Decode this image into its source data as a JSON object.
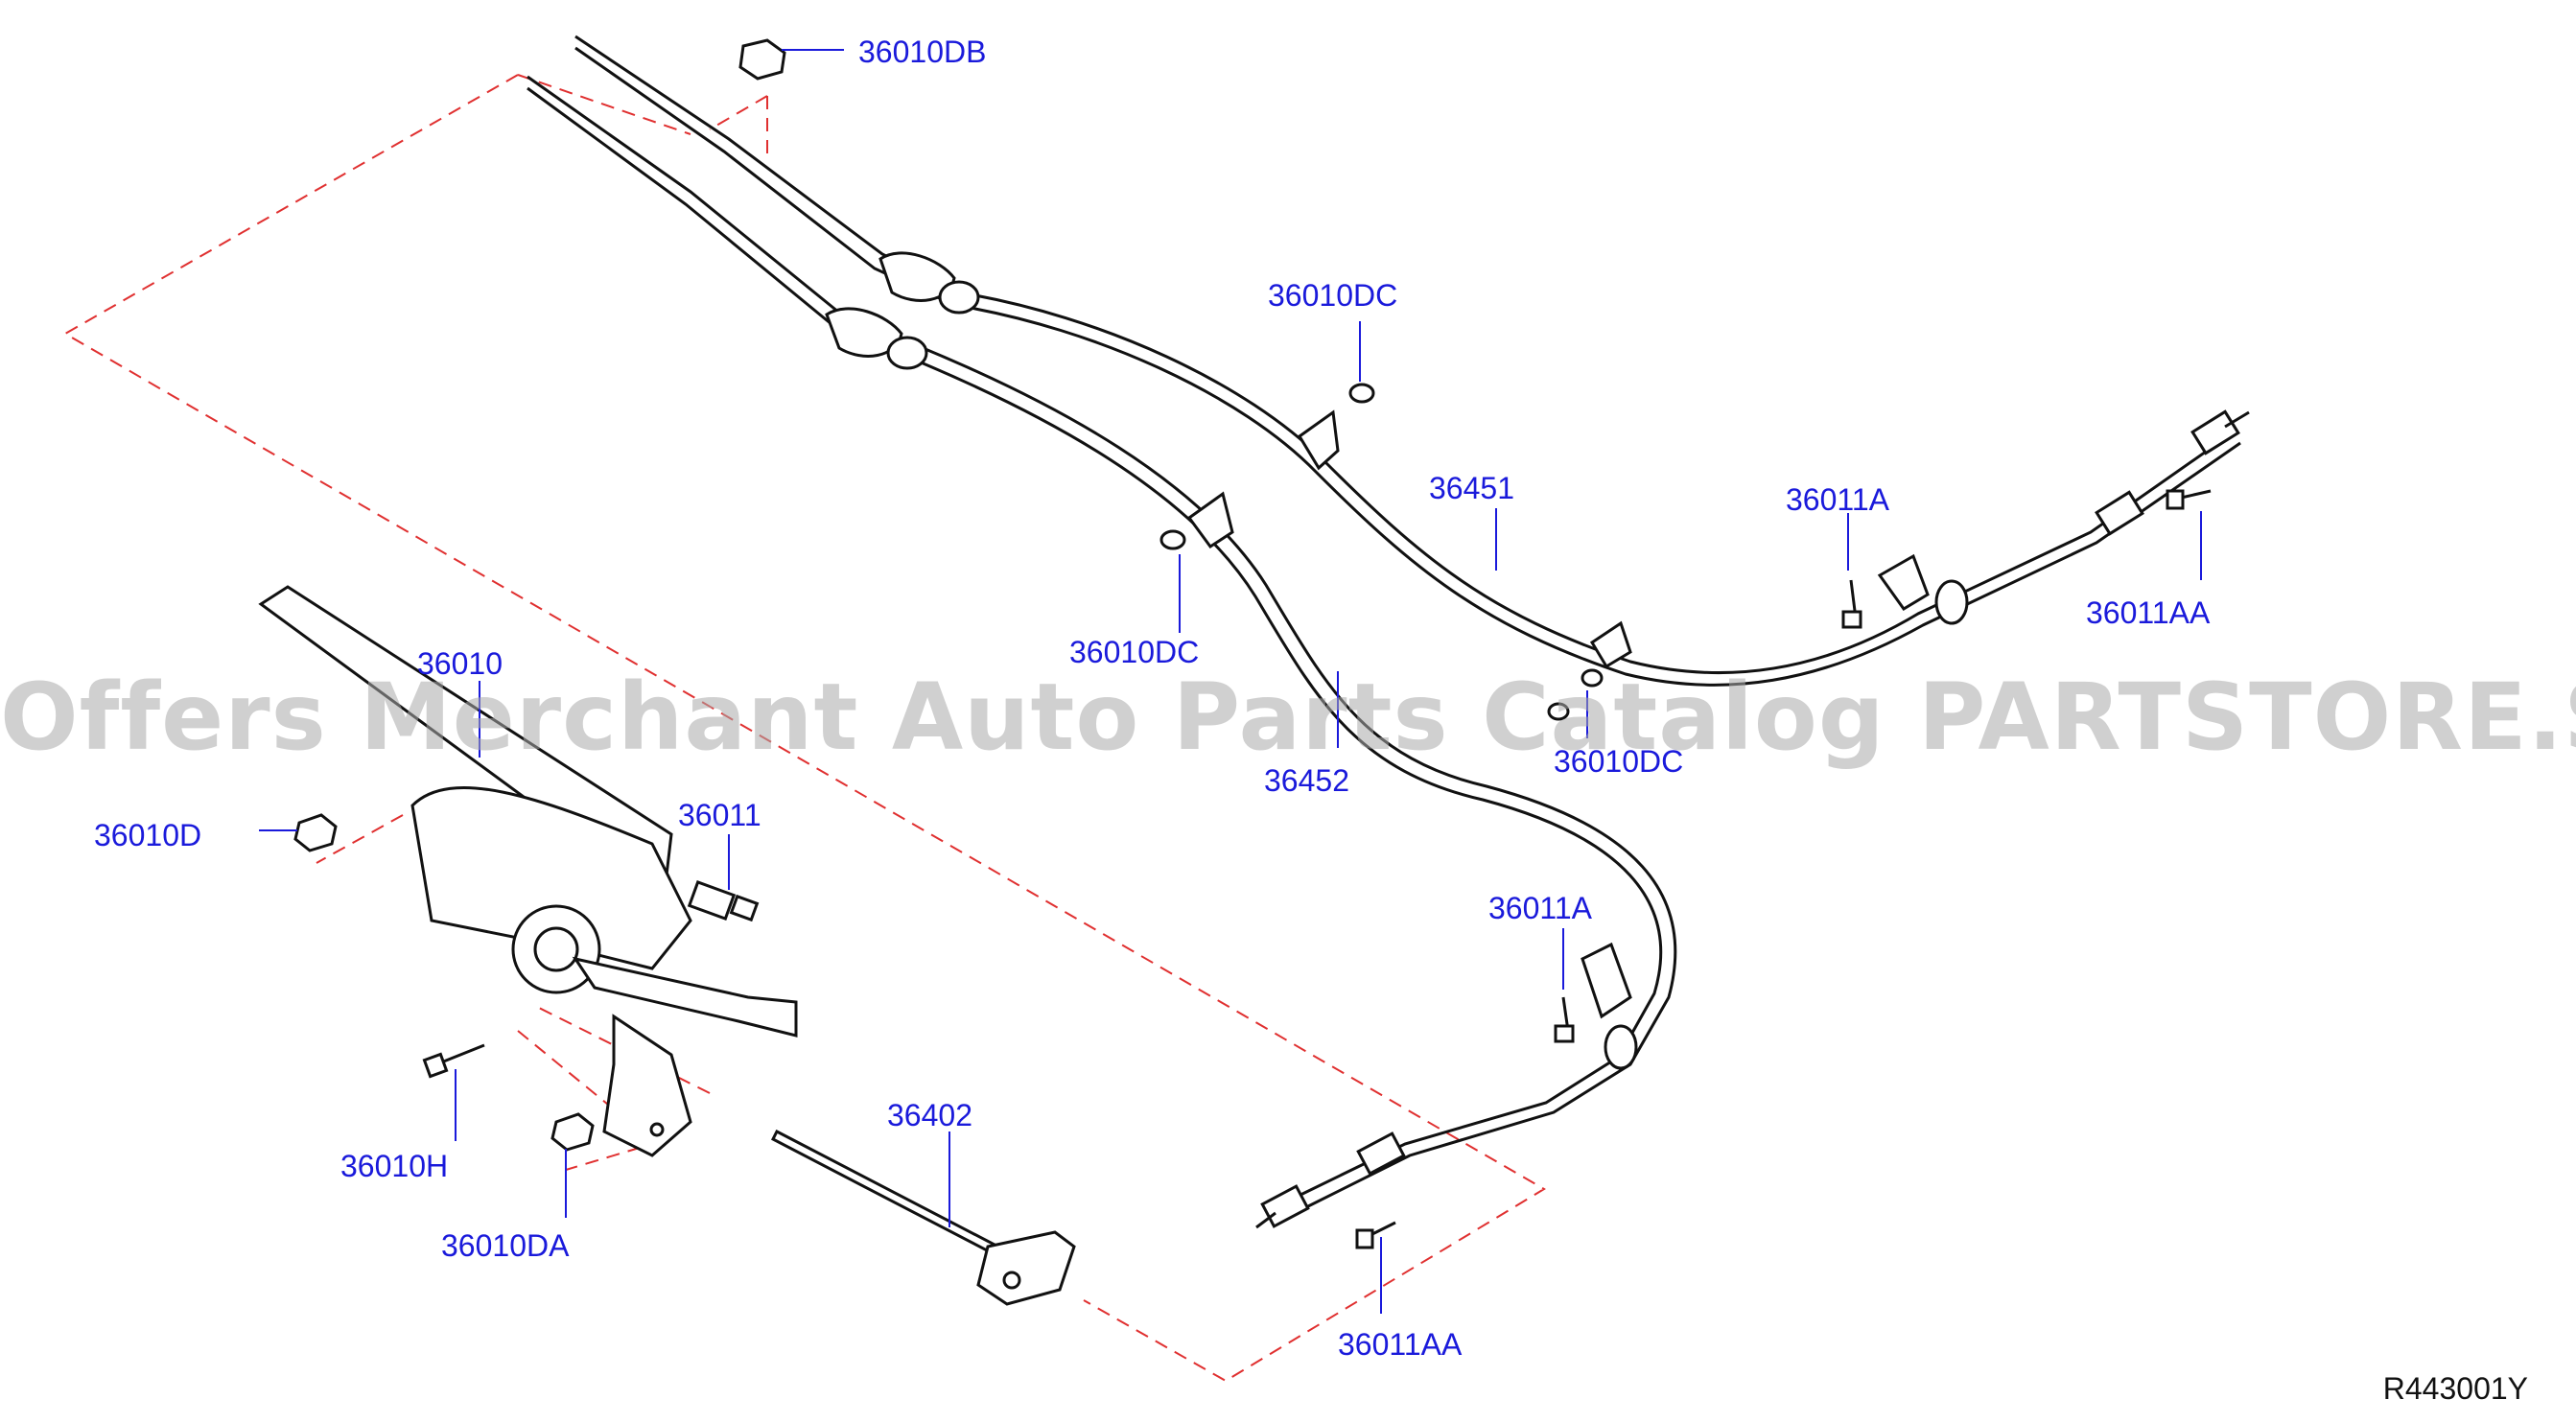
{
  "watermark": "Offers Merchant Auto Parts Catalog PARTSTORE.SA",
  "diagram_ref": "R443001Y",
  "labels": {
    "p36010DB": "36010DB",
    "p36010DC_top": "36010DC",
    "p36451": "36451",
    "p36011A_right": "36011A",
    "p36011AA_right": "36011AA",
    "p36010": "36010",
    "p36010DC_mid": "36010DC",
    "p36452": "36452",
    "p36010DC_low": "36010DC",
    "p36010D": "36010D",
    "p36011": "36011",
    "p36011A_low": "36011A",
    "p36402": "36402",
    "p36010H": "36010H",
    "p36010DA": "36010DA",
    "p36011AA_low": "36011AA"
  },
  "colors": {
    "label_text": "#1a1adb",
    "leader_line": "#1a1adb",
    "dashed_outline": "#e03030",
    "drawing_stroke": "#111111"
  }
}
